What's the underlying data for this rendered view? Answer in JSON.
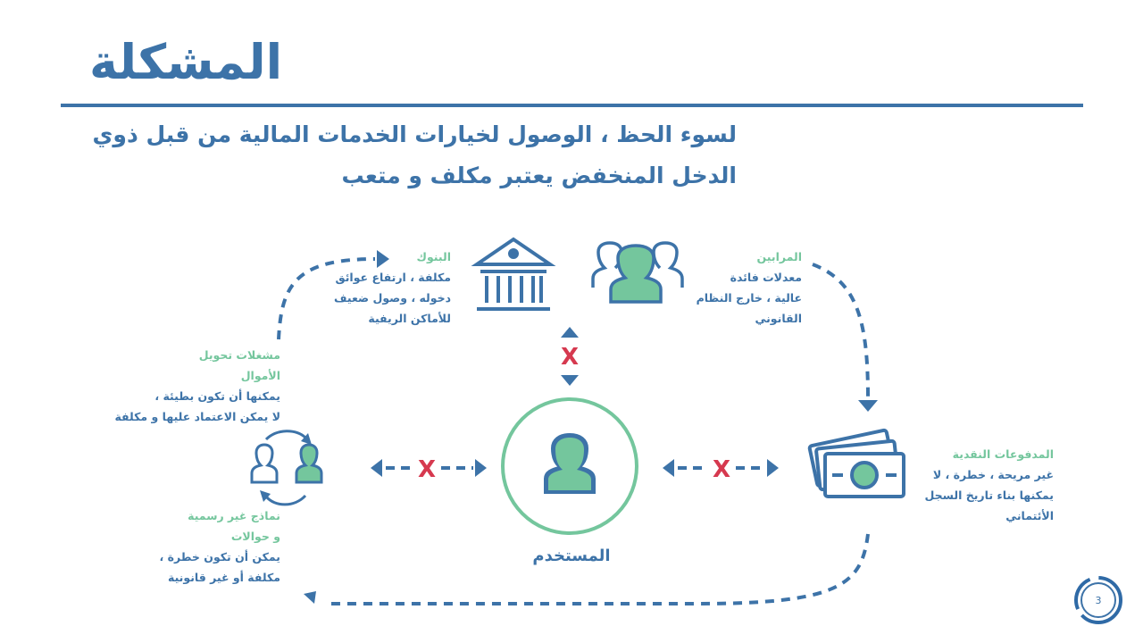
{
  "slide": {
    "title": "المشكلة",
    "subtitle_line1": "لسوء الحظ ، الوصول لخيارات الخدمات المالية من قبل ذوي",
    "subtitle_line2": "الدخل المنخفض يعتبر مكلف و متعب",
    "page_number": "3"
  },
  "center": {
    "label": "المستخدم",
    "blocked_mark": "X"
  },
  "banks": {
    "heading": "البنوك",
    "lines": [
      "مكلفة ، ارتفاع عوائق",
      "دخوله ، وصول ضعيف",
      "للأماكن الريفية"
    ]
  },
  "lenders": {
    "heading": "المرابين",
    "lines": [
      "معدلات فائدة",
      "عالية ، خارج النظام",
      "القانوني"
    ]
  },
  "cash": {
    "heading": "المدفوعات النقدية",
    "lines": [
      "غير مريحة ، خطرة ، لا",
      "يمكنها بناء تاريخ السجل",
      "الأئتماني"
    ]
  },
  "transfer_operators": {
    "heading_lines": [
      "مشغلات تحويل",
      "الأموال"
    ],
    "lines": [
      "يمكنها أن تكون بطيئة ،",
      "لا يمكن الاعتماد عليها و مكلفة"
    ]
  },
  "informal": {
    "heading_lines": [
      "نماذج غير رسمية",
      "و حوالات"
    ],
    "lines": [
      "يمكن أن تكون خطرة ،",
      "مكلفة أو غير قانونية"
    ]
  },
  "colors": {
    "primary_blue": "#3d73a8",
    "accent_green": "#74c69d",
    "blocked_red": "#d6394f"
  }
}
